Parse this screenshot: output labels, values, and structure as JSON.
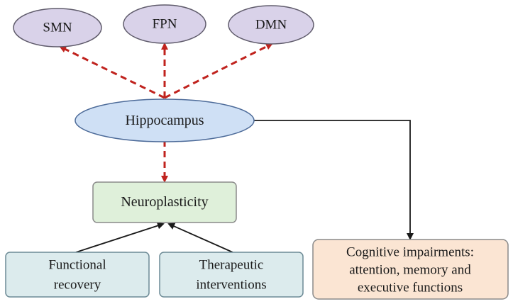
{
  "colors": {
    "network_fill": "#d9d2e9",
    "network_stroke": "#5f5b6b",
    "hippocampus_fill": "#cfe0f5",
    "hippocampus_stroke": "#4d6b99",
    "neuroplasticity_fill": "#dff0da",
    "outcome_fill": "#dcebed",
    "cognitive_fill": "#fbe5d3",
    "dashed_arrow": "#c0231e",
    "solid_arrow": "#1a1a1a"
  },
  "nodes": {
    "smn": "SMN",
    "fpn": "FPN",
    "dmn": "DMN",
    "hippocampus": "Hippocampus",
    "neuroplasticity": "Neuroplasticity",
    "functional_recovery": [
      "Functional",
      "recovery"
    ],
    "therapeutic_interventions": [
      "Therapeutic",
      "interventions"
    ],
    "cognitive_impairments": [
      "Cognitive impairments:",
      "attention, memory and",
      "executive functions"
    ]
  }
}
